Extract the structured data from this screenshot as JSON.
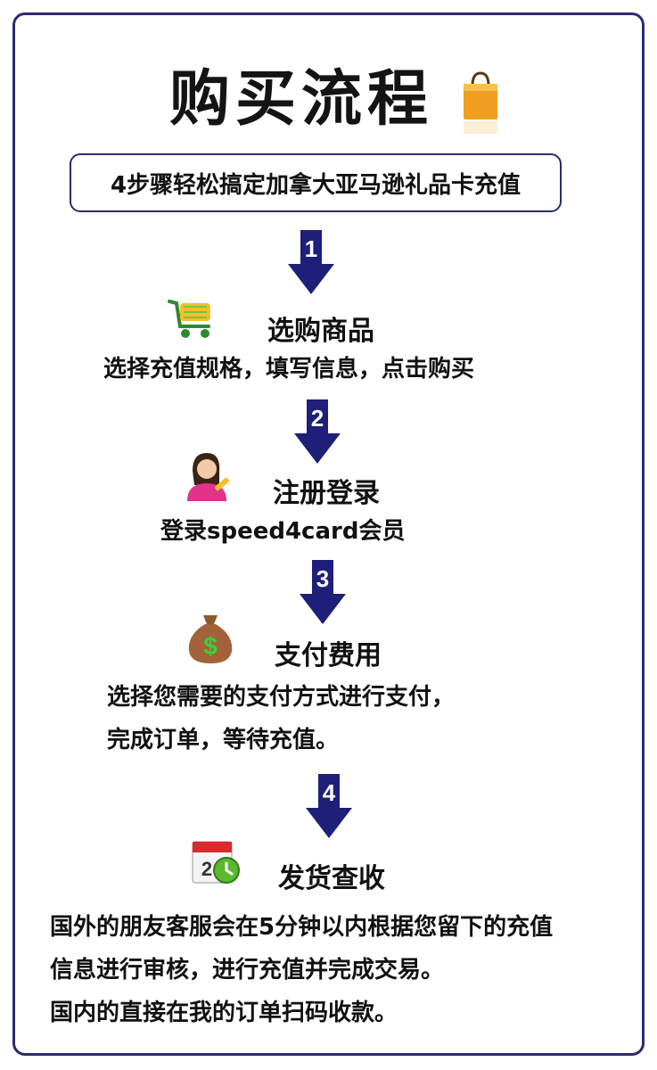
{
  "header": {
    "title": "购买流程",
    "subtitle": "4步骤轻松搞定加拿大亚马逊礼品卡充值"
  },
  "steps": [
    {
      "number": "1",
      "icon": "shopping-cart-icon",
      "title": "选购商品",
      "desc": [
        "选择充值规格，填写信息，点击购买"
      ]
    },
    {
      "number": "2",
      "icon": "user-register-icon",
      "title": "注册登录",
      "desc": [
        "登录speed4card会员"
      ]
    },
    {
      "number": "3",
      "icon": "money-bag-icon",
      "title": "支付费用",
      "desc": [
        "选择您需要的支付方式进行支付，",
        "完成订单，等待充值。"
      ]
    },
    {
      "number": "4",
      "icon": "calendar-clock-icon",
      "title": "发货查收",
      "desc": [
        "国外的朋友客服会在5分钟以内根据您留下的充值",
        "信息进行审核，进行充值并完成交易。",
        "国内的直接在我的订单扫码收款。"
      ]
    }
  ],
  "colors": {
    "border": "#2b2c6e",
    "arrow": "#1e1f78",
    "bag": "#f0a020"
  }
}
